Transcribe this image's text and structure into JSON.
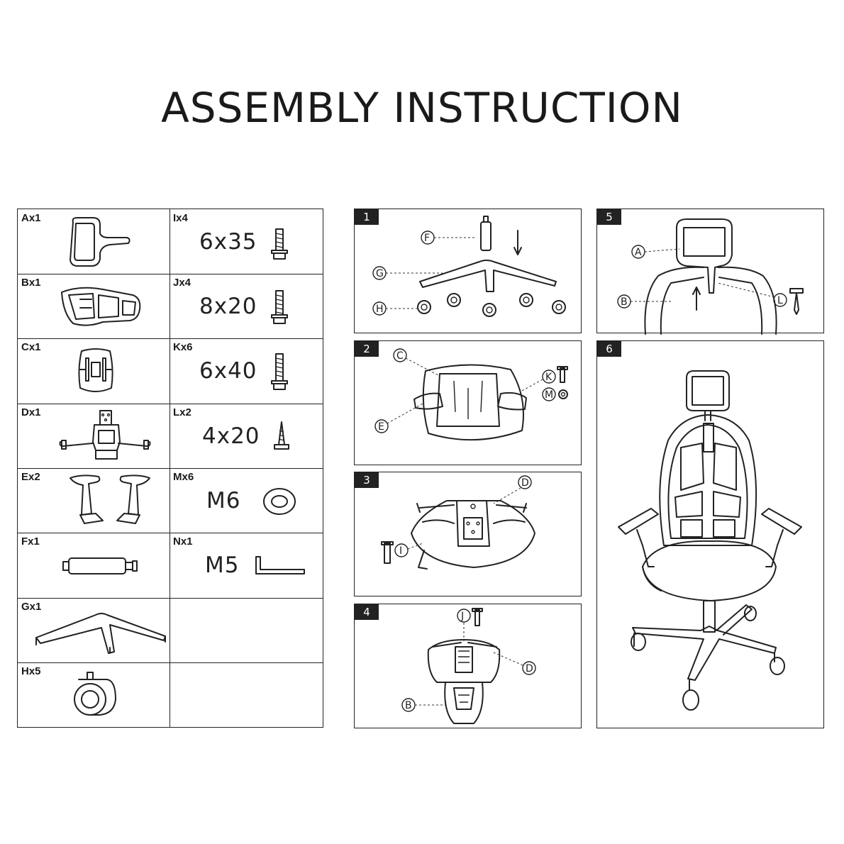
{
  "title": "ASSEMBLY INSTRUCTION",
  "parts": [
    {
      "label": "Ax1",
      "icon": "headrest-icon"
    },
    {
      "label": "Ix4",
      "size": "6x35",
      "icon": "bolt-icon"
    },
    {
      "label": "Bx1",
      "icon": "backrest-icon"
    },
    {
      "label": "Jx4",
      "size": "8x20",
      "icon": "bolt-icon"
    },
    {
      "label": "Cx1",
      "icon": "seat-icon"
    },
    {
      "label": "Kx6",
      "size": "6x40",
      "icon": "bolt-icon"
    },
    {
      "label": "Dx1",
      "icon": "mechanism-icon"
    },
    {
      "label": "Lx2",
      "size": "4x20",
      "icon": "screw-icon"
    },
    {
      "label": "Ex2",
      "icon": "armrest-icon"
    },
    {
      "label": "Mx6",
      "size": "M6",
      "icon": "washer-icon"
    },
    {
      "label": "Fx1",
      "icon": "gas-lift-icon"
    },
    {
      "label": "Nx1",
      "size": "M5",
      "icon": "allen-key-icon"
    },
    {
      "label": "Gx1",
      "icon": "star-base-icon"
    },
    {
      "label": "Hx5",
      "icon": "caster-icon"
    }
  ],
  "steps": [
    {
      "number": "1",
      "callouts": [
        "F",
        "G",
        "H"
      ]
    },
    {
      "number": "2",
      "callouts": [
        "C",
        "K",
        "M",
        "E"
      ]
    },
    {
      "number": "3",
      "callouts": [
        "D",
        "I"
      ]
    },
    {
      "number": "4",
      "callouts": [
        "J",
        "D",
        "B"
      ]
    },
    {
      "number": "5",
      "callouts": [
        "A",
        "B",
        "L"
      ]
    },
    {
      "number": "6",
      "callouts": []
    }
  ]
}
